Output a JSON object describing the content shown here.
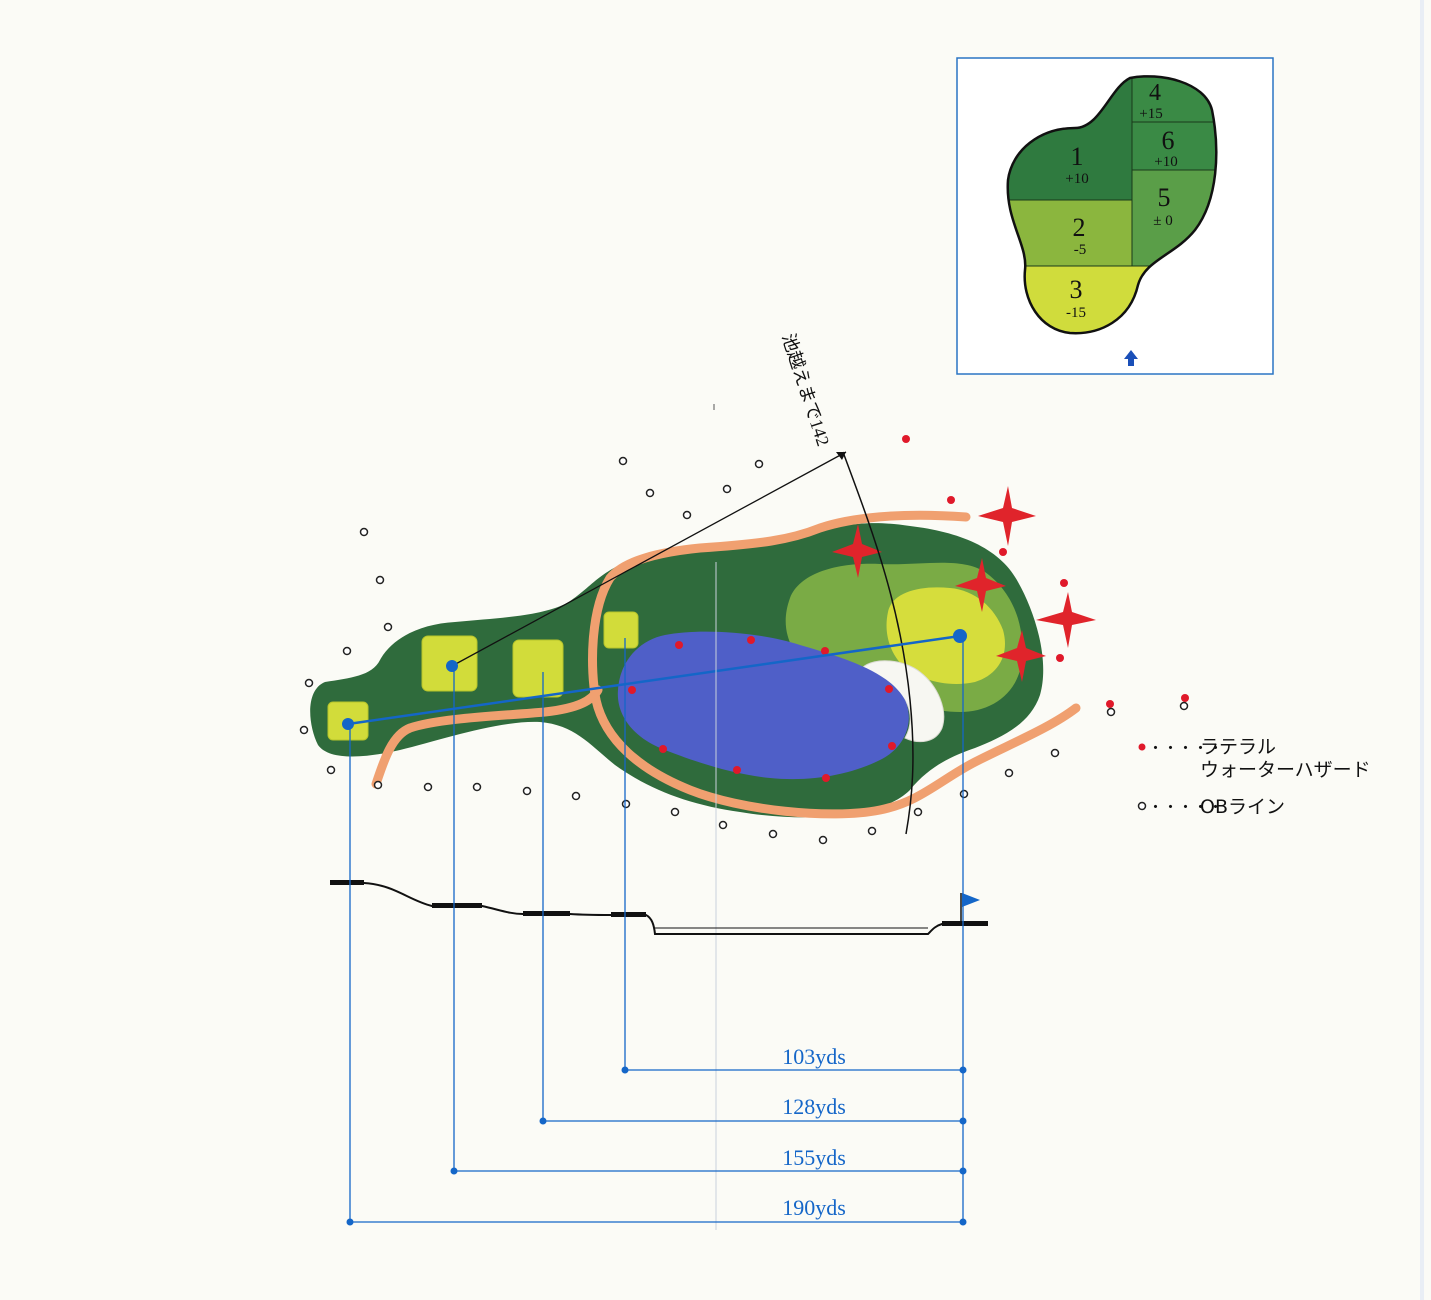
{
  "colors": {
    "rough": "#2f6b3c",
    "fairway": "#3f8a45",
    "greenOuter": "#8fb84a",
    "greenInner": "#d6dd3c",
    "tee": "#d2dc3a",
    "water": "#4f5fc8",
    "cartPath": "#f0a070",
    "hazardDot": "#e0192a",
    "measure": "#1466c8",
    "tree": "#e0242b"
  },
  "greenDiagram": {
    "zones": [
      {
        "num": "1",
        "adj": "+10"
      },
      {
        "num": "2",
        "adj": "-5"
      },
      {
        "num": "3",
        "adj": "-15"
      },
      {
        "num": "4",
        "adj": "+15"
      },
      {
        "num": "5",
        "adj": "± 0"
      },
      {
        "num": "6",
        "adj": "+10"
      }
    ],
    "arrow_icon": "up-arrow-icon"
  },
  "carryLabel": "池越えまで142",
  "distances": [
    "103yds",
    "128yds",
    "155yds",
    "190yds"
  ],
  "legend": {
    "lateral_water_hazard_line1": "ラテラル",
    "lateral_water_hazard_line2": "ウォーターハザード",
    "ob_line": "OBライン",
    "dots": "・・・・・"
  }
}
